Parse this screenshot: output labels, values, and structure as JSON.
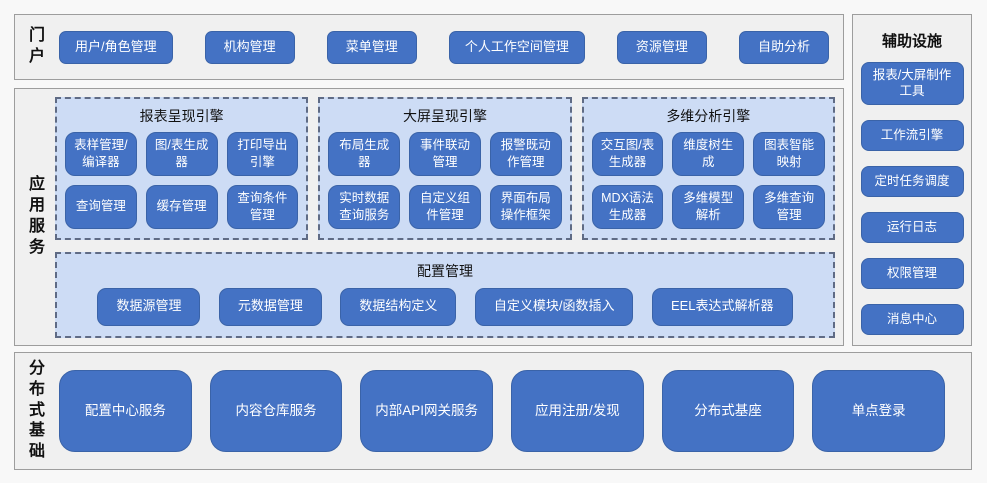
{
  "colors": {
    "node_fill": "#4472c4",
    "node_border": "#3a63a8",
    "node_text": "#ffffff",
    "panel_fill": "#cddcf5",
    "panel_border": "#5f6b85",
    "section_bg": "#f0f0f0",
    "section_border": "#9d9d9d",
    "page_bg": "#f8f8f8"
  },
  "portal": {
    "label": "门户",
    "items": [
      "用户/角色管理",
      "机构管理",
      "菜单管理",
      "个人工作空间管理",
      "资源管理",
      "自助分析"
    ]
  },
  "app_services": {
    "label": "应用服务",
    "engines": [
      {
        "title": "报表呈现引擎",
        "buttons": [
          "表样管理/编译器",
          "图/表生成器",
          "打印导出引擎",
          "查询管理",
          "缓存管理",
          "查询条件管理"
        ]
      },
      {
        "title": "大屏呈现引擎",
        "buttons": [
          "布局生成器",
          "事件联动管理",
          "报警既动作管理",
          "实时数据查询服务",
          "自定义组件管理",
          "界面布局操作框架"
        ]
      },
      {
        "title": "多维分析引擎",
        "buttons": [
          "交互图/表生成器",
          "维度树生成",
          "图表智能映射",
          "MDX语法生成器",
          "多维模型解析",
          "多维查询管理"
        ]
      }
    ],
    "config": {
      "title": "配置管理",
      "items": [
        "数据源管理",
        "元数据管理",
        "数据结构定义",
        "自定义模块/函数插入",
        "EEL表达式解析器"
      ]
    }
  },
  "auxiliary": {
    "title": "辅助设施",
    "items": [
      "报表/大屏制作工具",
      "工作流引擎",
      "定时任务调度",
      "运行日志",
      "权限管理",
      "消息中心"
    ]
  },
  "distributed": {
    "label": "分布式基础",
    "items": [
      "配置中心服务",
      "内容仓库服务",
      "内部API网关服务",
      "应用注册/发现",
      "分布式基座",
      "单点登录"
    ]
  }
}
